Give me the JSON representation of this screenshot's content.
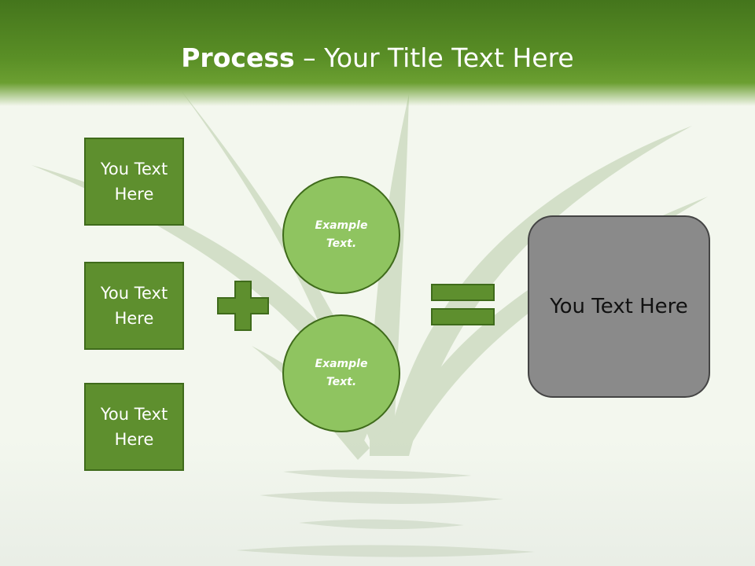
{
  "slide": {
    "title_bold": "Process",
    "title_rest": " – Your Title Text Here"
  },
  "boxes": [
    {
      "label": "You Text Here"
    },
    {
      "label": "You Text Here"
    },
    {
      "label": "You Text Here"
    }
  ],
  "circles": [
    {
      "label": "Example Text."
    },
    {
      "label": "Example Text."
    }
  ],
  "result": {
    "label": "You Text Here"
  },
  "colors": {
    "header_green": "#4f8220",
    "box_fill": "#5e8f2e",
    "circle_fill": "#8fc460",
    "result_fill": "#8a8a8a",
    "outline": "#3f6b1b"
  },
  "icons": {
    "operator_1": "plus-icon",
    "operator_2": "equals-icon"
  }
}
